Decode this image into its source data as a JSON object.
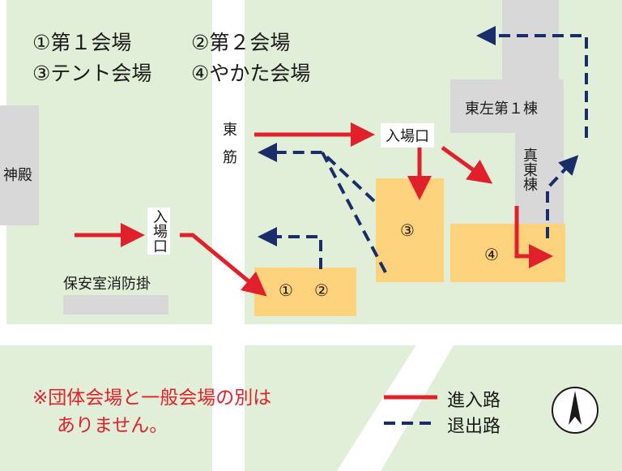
{
  "venue_legend": {
    "v1": "①第１会場",
    "v2": "②第２会場",
    "v3": "③テント会場",
    "v4": "④やかた会場"
  },
  "buildings": {
    "shinden": "神殿",
    "hoan": "保安室消防掛",
    "higashi_hidari_1": "東左第１棟",
    "shin_higashi": "真東棟"
  },
  "road_label": "東筋",
  "entrance_label": "入場口",
  "venue_numbers": {
    "v1": "①",
    "v2": "②",
    "v3": "③",
    "v4": "④"
  },
  "note": {
    "line1": "※団体会場と一般会場の別は",
    "line2": "ありません。"
  },
  "route_legend": {
    "entry": "進入路",
    "exit": "退出路"
  },
  "colors": {
    "background": "#e2efd8",
    "road": "#ffffff",
    "building": "#d8d8d8",
    "venue": "#fcd27c",
    "entry_route": "#e0202a",
    "exit_route": "#1a2d6b"
  },
  "compass_icon": "north-arrow-icon"
}
